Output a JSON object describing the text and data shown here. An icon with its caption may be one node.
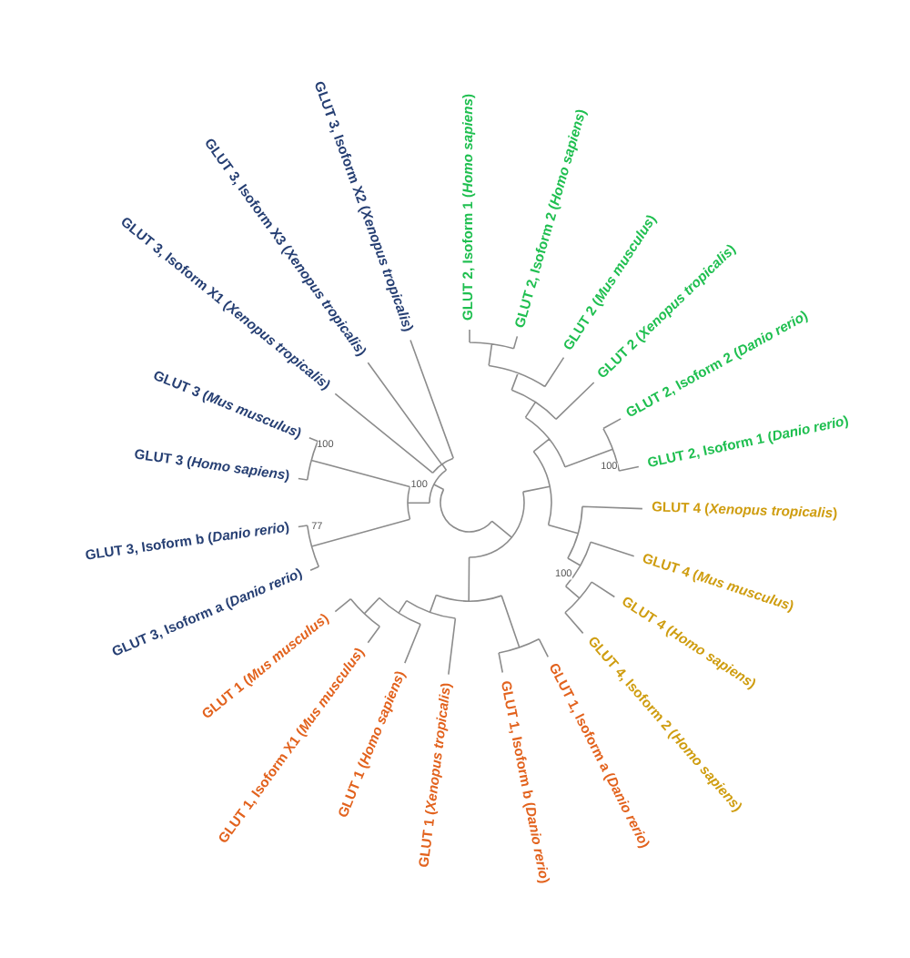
{
  "diagram": {
    "labels": [
      "GLUT 2, Isoform 1 (*Homo sapiens*)",
      "GLUT 2, Isoform 2 (*Homo sapiens*)",
      "GLUT 2 (*Mus musculus*)",
      "GLUT 2 (*Xenopus tropicalis*)",
      "GLUT 2, Isoform 2 (*Danio rerio*)",
      "GLUT 2, Isoform 1 (*Danio rerio*)",
      "GLUT 4 (*Xenopus tropicalis*)",
      "GLUT 4 (*Mus musculus*)",
      "GLUT 4 (*Homo sapiens*)",
      "GLUT 4, Isoform 2 (*Homo sapiens*)",
      "GLUT 1, Isoform a (*Danio rerio*)",
      "GLUT 1, Isoform b (*Danio rerio*)",
      "GLUT 1 (*Xenopus tropicalis*)",
      "GLUT 1 (*Homo sapiens*)",
      "GLUT 1, Isoform X1 (*Mus musculus*)",
      "GLUT 1 (*Mus musculus*)",
      "GLUT 3, Isoform a (*Danio rerio*)",
      "GLUT 3, Isoform b (*Danio rerio*)",
      "GLUT 3 (*Homo sapiens*)",
      "GLUT 3 (*Mus musculus*)",
      "GLUT 3, Isoform X1 (*Xenopus tropicalis*)",
      "GLUT 3, Isoform X3 (*Xenopus tropicalis*)",
      "GLUT 3, Isoform X2 (*Xenopus tropicalis*)",
      "100",
      "100",
      "77",
      "100",
      "100"
    ]
  }
}
